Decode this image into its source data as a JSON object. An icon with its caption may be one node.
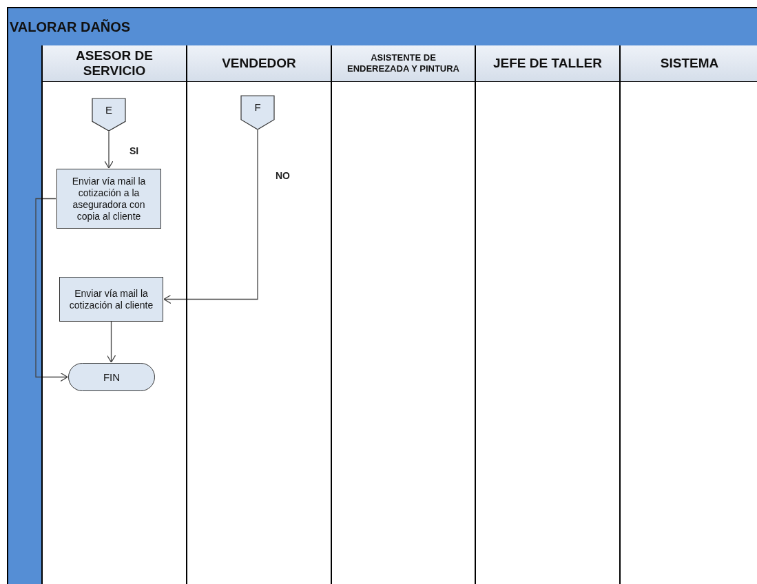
{
  "diagram": {
    "nodes": [
      {
        "text": [
          "VALORAR DAÑOS"
        ]
      },
      {
        "text": [
          "ASESOR DE SERVICIO"
        ],
        "in": 0
      },
      {
        "text": [
          "VENDEDOR"
        ],
        "in": 0
      },
      {
        "text": [
          "ASISTENTE DE ENDEREZADA Y PINTURA"
        ],
        "in": 0
      },
      {
        "text": [
          "JEFE DE TALLER"
        ],
        "in": 0
      },
      {
        "text": [
          "SISTEMA"
        ],
        "in": 0
      },
      {
        "text": [
          "E"
        ],
        "in": 1
      },
      {
        "text": [
          "F"
        ],
        "in": 2
      },
      {
        "text": [
          "Enviar vía mail la cotización a la aseguradora con copia al cliente"
        ],
        "in": 1
      },
      {
        "text": [
          "Enviar vía mail la cotización al cliente"
        ],
        "in": 1
      },
      {
        "text": [
          "FIN"
        ],
        "in": 1
      }
    ],
    "edges": [
      {
        "from": 6,
        "to": 8,
        "arrow": "to",
        "label": "SI"
      },
      {
        "from": 7,
        "to": 9,
        "arrow": "to",
        "label": "NO"
      },
      {
        "from": 8,
        "to": 10,
        "arrow": "to"
      },
      {
        "from": 9,
        "to": 10,
        "arrow": "to"
      }
    ]
  }
}
